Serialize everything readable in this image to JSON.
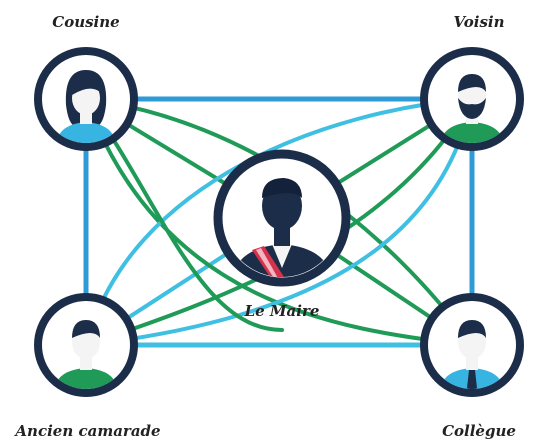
{
  "nodes": {
    "cousine": {
      "label": "Cousine"
    },
    "voisin": {
      "label": "Voisin"
    },
    "maire": {
      "label": "Le Maire"
    },
    "ancien": {
      "label": "Ancien camarade"
    },
    "collegue": {
      "label": "Collègue"
    }
  },
  "colors": {
    "ring": "#1c2d4a",
    "blue_link": "#2f9bd6",
    "light_blue_link": "#3fbfe2",
    "green_link": "#1f9a57",
    "shirt_blue": "#37b4e2",
    "shirt_green": "#1f9a57",
    "skin": "#f4f4f4",
    "hair": "#1c2d4a",
    "sash_red": "#d6334a",
    "sash_pink": "#f3b7c4"
  },
  "icons": {
    "cousine": "woman-avatar-icon",
    "voisin": "bearded-man-avatar-icon",
    "maire": "mayor-avatar-icon",
    "ancien": "man-avatar-icon",
    "collegue": "office-man-avatar-icon"
  }
}
